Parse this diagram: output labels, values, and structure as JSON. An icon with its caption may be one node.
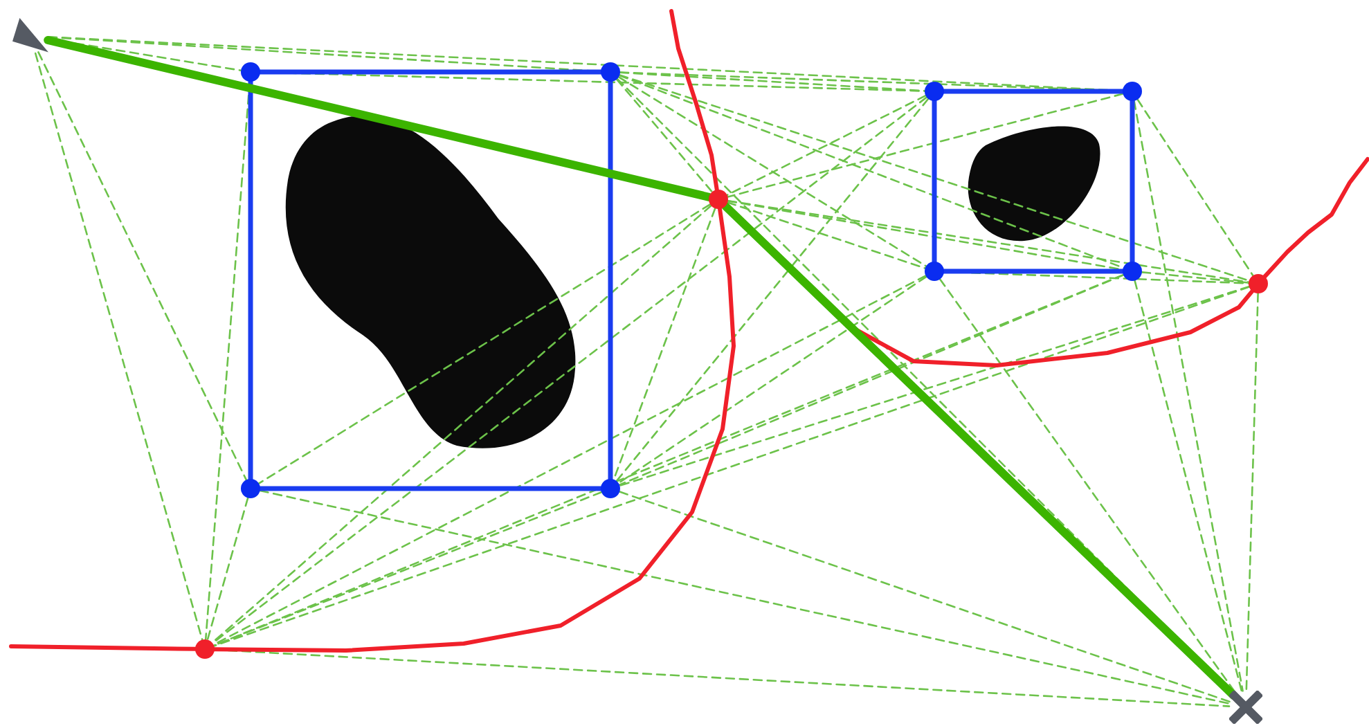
{
  "diagram": {
    "nodes": [
      {
        "text": [],
        "shape": "triangle"
      },
      {
        "text": [],
        "shape": "circle"
      },
      {
        "text": [],
        "shape": "circle"
      },
      {
        "text": [],
        "shape": "circle"
      },
      {
        "text": [],
        "shape": "circle"
      },
      {
        "text": [],
        "shape": "circle"
      },
      {
        "text": [],
        "shape": "circle"
      },
      {
        "text": [],
        "shape": "circle"
      },
      {
        "text": [],
        "shape": "circle"
      },
      {
        "text": [],
        "shape": "circle"
      },
      {
        "text": [],
        "shape": "circle"
      },
      {
        "text": [],
        "shape": "circle"
      },
      {
        "text": [],
        "shape": "cross"
      }
    ],
    "edges": [
      {
        "from": 0,
        "to": 1,
        "arrow": "none",
        "style": "dashed"
      },
      {
        "from": 0,
        "to": 2,
        "arrow": "none",
        "style": "dashed"
      },
      {
        "from": 2,
        "to": 12,
        "arrow": "none",
        "style": "dashed"
      },
      {
        "from": 0,
        "to": 4,
        "arrow": "none",
        "style": "dashed"
      },
      {
        "from": 0,
        "to": 9,
        "arrow": "none",
        "style": "dashed"
      },
      {
        "from": 0,
        "to": 11,
        "arrow": "none",
        "style": "dashed"
      },
      {
        "from": 1,
        "to": 3,
        "arrow": "none",
        "style": "dashed"
      },
      {
        "from": 4,
        "to": 5,
        "arrow": "none",
        "style": "dashed"
      },
      {
        "from": 1,
        "to": 11,
        "arrow": "none",
        "style": "dashed"
      },
      {
        "from": 2,
        "to": 3,
        "arrow": "none",
        "style": "dashed"
      },
      {
        "from": 2,
        "to": 4,
        "arrow": "none",
        "style": "dashed"
      },
      {
        "from": 2,
        "to": 5,
        "arrow": "none",
        "style": "dashed"
      },
      {
        "from": 2,
        "to": 6,
        "arrow": "none",
        "style": "dashed"
      },
      {
        "from": 2,
        "to": 7,
        "arrow": "none",
        "style": "dashed"
      },
      {
        "from": 2,
        "to": 8,
        "arrow": "none",
        "style": "dashed"
      },
      {
        "from": 3,
        "to": 5,
        "arrow": "none",
        "style": "dashed"
      },
      {
        "from": 3,
        "to": 10,
        "arrow": "none",
        "style": "dashed"
      },
      {
        "from": 3,
        "to": 11,
        "arrow": "none",
        "style": "dashed"
      },
      {
        "from": 4,
        "to": 8,
        "arrow": "none",
        "style": "dashed"
      },
      {
        "from": 4,
        "to": 12,
        "arrow": "none",
        "style": "dashed"
      },
      {
        "from": 5,
        "to": 6,
        "arrow": "none",
        "style": "dashed"
      },
      {
        "from": 5,
        "to": 7,
        "arrow": "none",
        "style": "dashed"
      },
      {
        "from": 5,
        "to": 8,
        "arrow": "none",
        "style": "dashed"
      },
      {
        "from": 5,
        "to": 9,
        "arrow": "none",
        "style": "dashed"
      },
      {
        "from": 5,
        "to": 10,
        "arrow": "none",
        "style": "dashed"
      },
      {
        "from": 5,
        "to": 11,
        "arrow": "none",
        "style": "dashed"
      },
      {
        "from": 6,
        "to": 8,
        "arrow": "none",
        "style": "dashed"
      },
      {
        "from": 6,
        "to": 10,
        "arrow": "none",
        "style": "dashed"
      },
      {
        "from": 6,
        "to": 11,
        "arrow": "none",
        "style": "dashed"
      },
      {
        "from": 6,
        "to": 12,
        "arrow": "none",
        "style": "dashed"
      },
      {
        "from": 7,
        "to": 8,
        "arrow": "none",
        "style": "dashed"
      },
      {
        "from": 7,
        "to": 10,
        "arrow": "none",
        "style": "dashed"
      },
      {
        "from": 7,
        "to": 11,
        "arrow": "none",
        "style": "dashed"
      },
      {
        "from": 7,
        "to": 12,
        "arrow": "none",
        "style": "dashed"
      },
      {
        "from": 8,
        "to": 10,
        "arrow": "none",
        "style": "dashed"
      },
      {
        "from": 8,
        "to": 11,
        "arrow": "none",
        "style": "dashed"
      },
      {
        "from": 8,
        "to": 12,
        "arrow": "none",
        "style": "dashed"
      },
      {
        "from": 9,
        "to": 11,
        "arrow": "none",
        "style": "dashed"
      },
      {
        "from": 9,
        "to": 12,
        "arrow": "none",
        "style": "dashed"
      },
      {
        "from": 10,
        "to": 11,
        "arrow": "none",
        "style": "dashed"
      },
      {
        "from": 10,
        "to": 12,
        "arrow": "none",
        "style": "dashed"
      },
      {
        "from": 11,
        "to": 12,
        "arrow": "none",
        "style": "dashed"
      },
      {
        "from": 1,
        "to": 2,
        "arrow": "none",
        "style": "thick",
        "color": "#1a3cf0"
      },
      {
        "from": 2,
        "to": 10,
        "arrow": "none",
        "style": "thick",
        "color": "#1a3cf0"
      },
      {
        "from": 10,
        "to": 9,
        "arrow": "none",
        "style": "thick",
        "color": "#1a3cf0"
      },
      {
        "from": 9,
        "to": 1,
        "arrow": "none",
        "style": "thick",
        "color": "#1a3cf0"
      },
      {
        "from": 3,
        "to": 4,
        "arrow": "none",
        "style": "thick",
        "color": "#1a3cf0"
      },
      {
        "from": 4,
        "to": 7,
        "arrow": "none",
        "style": "thick",
        "color": "#1a3cf0"
      },
      {
        "from": 7,
        "to": 6,
        "arrow": "none",
        "style": "thick",
        "color": "#1a3cf0"
      },
      {
        "from": 6,
        "to": 3,
        "arrow": "none",
        "style": "thick",
        "color": "#1a3cf0"
      },
      {
        "from": null,
        "to": 5,
        "arrow": "none",
        "style": "thick",
        "color": "#f0202a"
      },
      {
        "from": 5,
        "to": 11,
        "arrow": "none",
        "style": "thick",
        "color": "#f0202a"
      },
      {
        "from": 11,
        "to": null,
        "arrow": "none",
        "style": "thick",
        "color": "#f0202a"
      },
      {
        "from": 5,
        "to": 8,
        "arrow": "none",
        "style": "thick",
        "color": "#f0202a"
      },
      {
        "from": 8,
        "to": null,
        "arrow": "none",
        "style": "thick",
        "color": "#f0202a"
      },
      {
        "from": 0,
        "to": 5,
        "arrow": "none",
        "style": "thick",
        "color": "#3cb400"
      },
      {
        "from": 5,
        "to": 12,
        "arrow": "none",
        "style": "thick",
        "color": "#3cb400"
      }
    ]
  }
}
